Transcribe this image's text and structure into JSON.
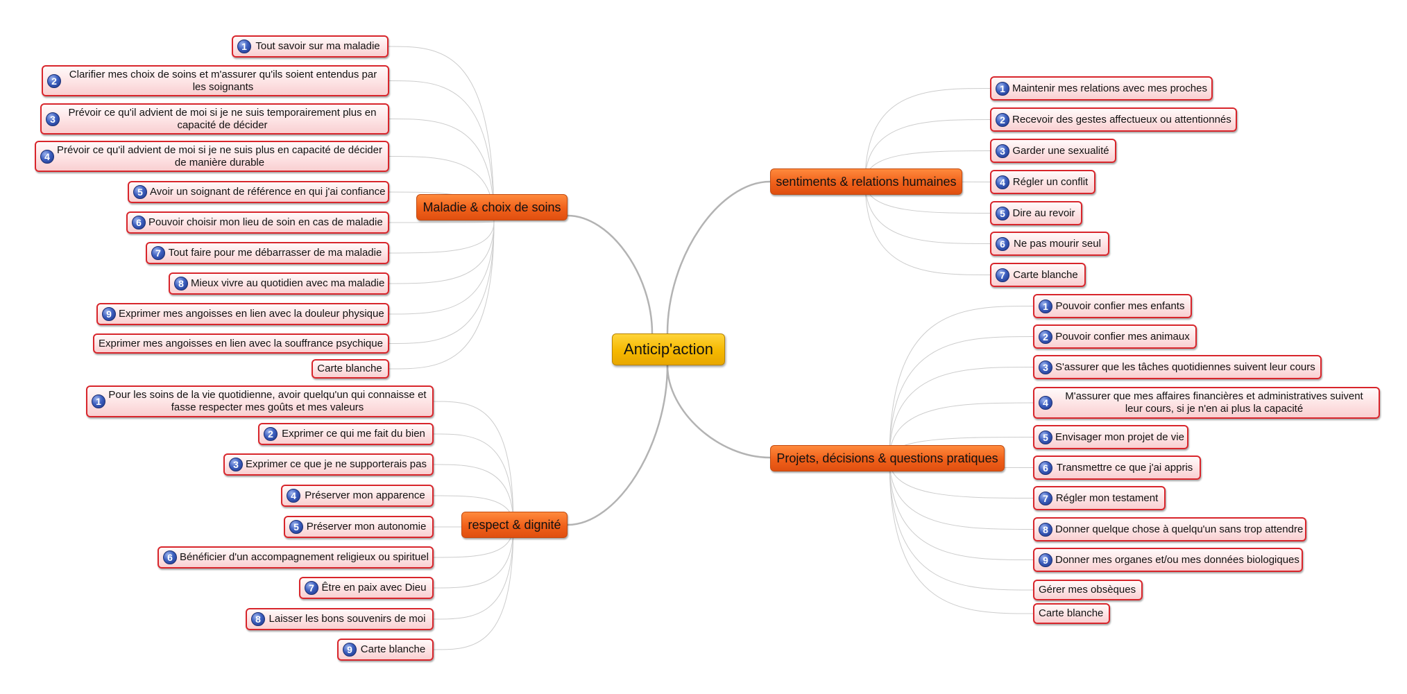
{
  "central": "Anticip'action",
  "branches": {
    "maladie": {
      "title": "Maladie & choix de soins",
      "items": [
        {
          "num": "1",
          "text": "Tout savoir sur ma maladie"
        },
        {
          "num": "2",
          "text": "Clarifier mes choix de soins et m'assurer qu'ils soient entendus par les soignants"
        },
        {
          "num": "3",
          "text": "Prévoir ce qu'il advient de moi si je ne suis temporairement plus en capacité de décider"
        },
        {
          "num": "4",
          "text": "Prévoir ce qu'il advient de moi si je ne suis plus en capacité de décider de manière durable"
        },
        {
          "num": "5",
          "text": "Avoir un soignant de référence en qui j'ai confiance"
        },
        {
          "num": "6",
          "text": "Pouvoir choisir mon lieu de soin en cas de maladie"
        },
        {
          "num": "7",
          "text": "Tout faire pour me débarrasser de ma maladie"
        },
        {
          "num": "8",
          "text": "Mieux vivre au quotidien avec ma maladie"
        },
        {
          "num": "9",
          "text": "Exprimer mes angoisses en lien avec la douleur physique"
        },
        {
          "num": "",
          "text": "Exprimer mes angoisses en lien avec la souffrance psychique"
        },
        {
          "num": "",
          "text": "Carte blanche"
        }
      ]
    },
    "respect": {
      "title": "respect & dignité",
      "items": [
        {
          "num": "1",
          "text": "Pour les soins de la vie quotidienne, avoir quelqu'un qui connaisse et fasse respecter mes goûts et mes valeurs"
        },
        {
          "num": "2",
          "text": "Exprimer ce qui me fait du bien"
        },
        {
          "num": "3",
          "text": "Exprimer ce que je ne supporterais pas"
        },
        {
          "num": "4",
          "text": "Préserver mon apparence"
        },
        {
          "num": "5",
          "text": "Préserver mon autonomie"
        },
        {
          "num": "6",
          "text": "Bénéficier d'un accompagnement religieux ou spirituel"
        },
        {
          "num": "7",
          "text": "Être en paix avec Dieu"
        },
        {
          "num": "8",
          "text": "Laisser les bons souvenirs de moi"
        },
        {
          "num": "9",
          "text": "Carte blanche"
        }
      ]
    },
    "sentiments": {
      "title": "sentiments & relations humaines",
      "items": [
        {
          "num": "1",
          "text": "Maintenir mes relations avec mes proches"
        },
        {
          "num": "2",
          "text": "Recevoir des gestes affectueux ou attentionnés"
        },
        {
          "num": "3",
          "text": "Garder une sexualité"
        },
        {
          "num": "4",
          "text": "Régler un conflit"
        },
        {
          "num": "5",
          "text": "Dire au revoir"
        },
        {
          "num": "6",
          "text": "Ne pas mourir seul"
        },
        {
          "num": "7",
          "text": "Carte blanche"
        }
      ]
    },
    "projets": {
      "title": "Projets, décisions & questions pratiques",
      "items": [
        {
          "num": "1",
          "text": "Pouvoir confier mes enfants"
        },
        {
          "num": "2",
          "text": "Pouvoir confier mes animaux"
        },
        {
          "num": "3",
          "text": "S'assurer que les tâches quotidiennes suivent leur cours"
        },
        {
          "num": "4",
          "text": "M'assurer que mes affaires financières et administratives suivent leur cours, si je n'en ai plus la capacité"
        },
        {
          "num": "5",
          "text": "Envisager mon projet de vie"
        },
        {
          "num": "6",
          "text": "Transmettre ce que j'ai appris"
        },
        {
          "num": "7",
          "text": "Régler mon testament"
        },
        {
          "num": "8",
          "text": "Donner quelque chose à quelqu'un sans trop attendre"
        },
        {
          "num": "9",
          "text": "Donner mes organes et/ou mes données biologiques"
        },
        {
          "num": "",
          "text": "Gérer mes obsèques"
        },
        {
          "num": "",
          "text": "Carte blanche"
        }
      ]
    }
  }
}
